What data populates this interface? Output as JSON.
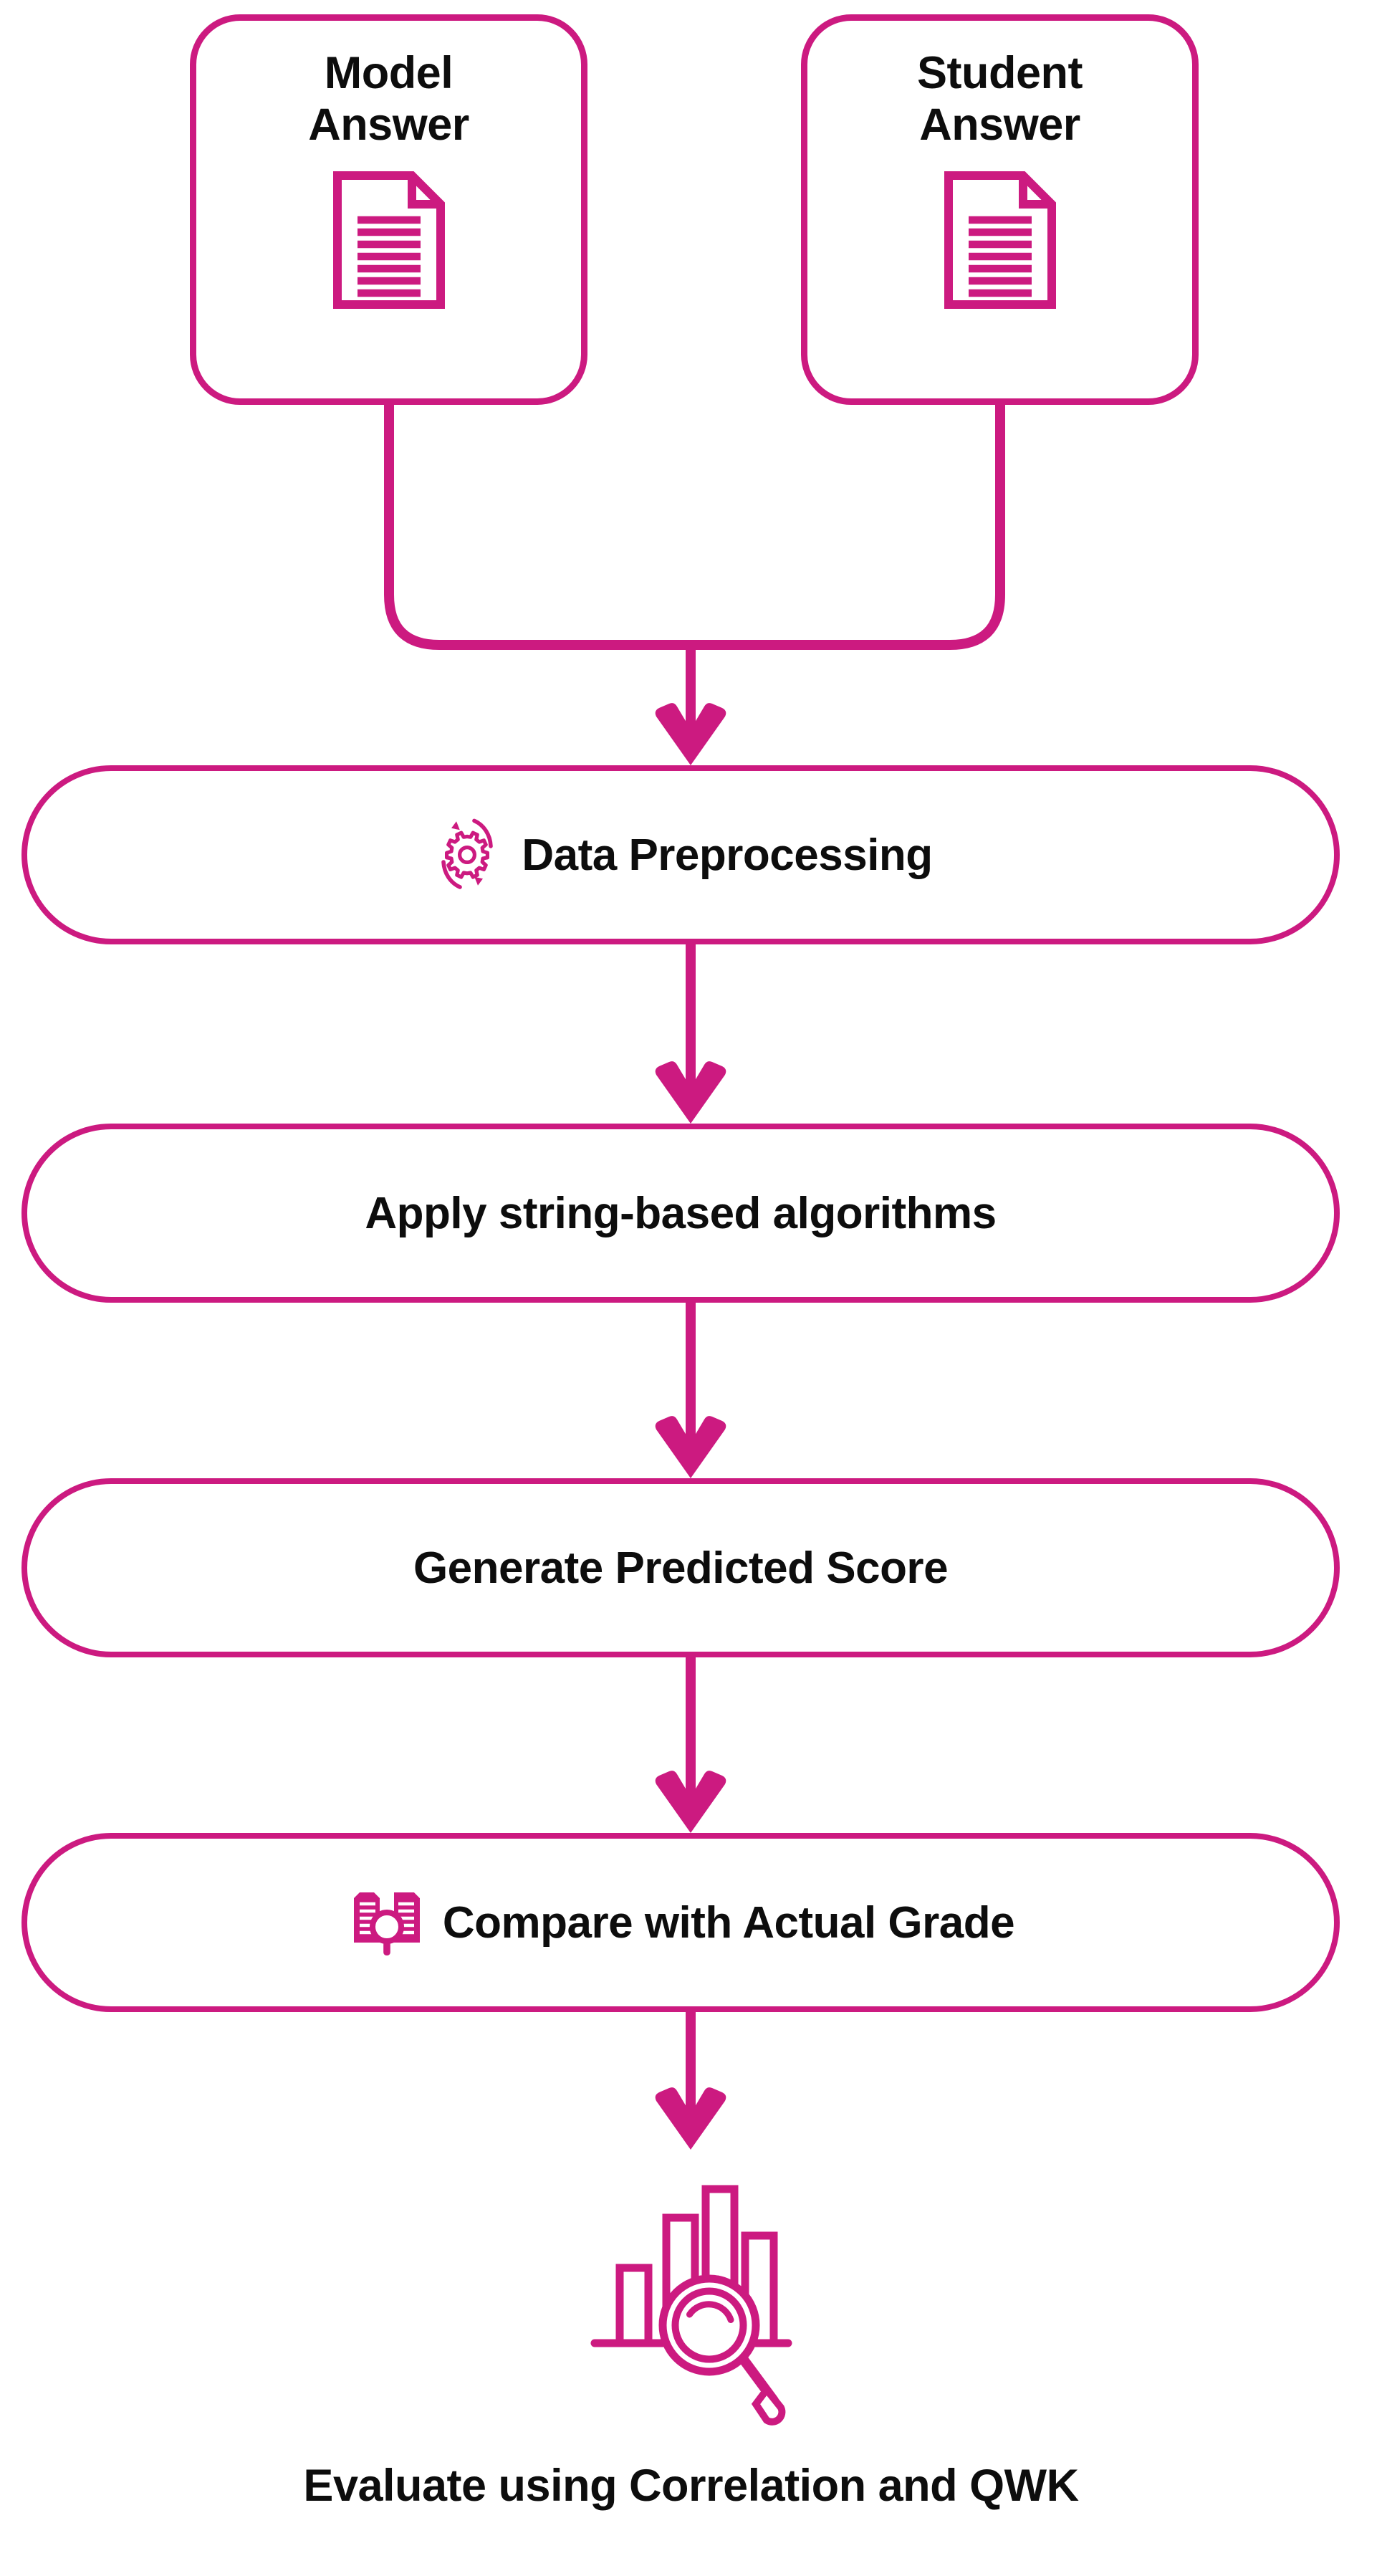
{
  "theme": {
    "accent": "#CC1A80",
    "text": "#0D0D0D",
    "background": "#FFFFFF"
  },
  "diagram": {
    "type": "flowchart",
    "orientation": "top-to-bottom",
    "sources": [
      {
        "id": "model-answer",
        "title": "Model\nAnswer",
        "icon": "document-icon"
      },
      {
        "id": "student-answer",
        "title": "Student\nAnswer",
        "icon": "document-icon"
      }
    ],
    "steps": [
      {
        "id": "data-preprocessing",
        "label": "Data Preprocessing",
        "icon": "gear-refresh-icon"
      },
      {
        "id": "apply-algorithms",
        "label": "Apply string-based algorithms",
        "icon": ""
      },
      {
        "id": "generate-score",
        "label": "Generate Predicted Score",
        "icon": ""
      },
      {
        "id": "compare-grade",
        "label": "Compare with Actual Grade",
        "icon": "compare-documents-magnifier-icon"
      }
    ],
    "outcome": {
      "id": "evaluate-outcome",
      "label": "Evaluate using Correlation and QWK",
      "icon": "bar-chart-magnifier-icon"
    },
    "edges": [
      {
        "from": "model-answer",
        "to": "merge-point",
        "style": "elbow"
      },
      {
        "from": "student-answer",
        "to": "merge-point",
        "style": "elbow"
      },
      {
        "from": "merge-point",
        "to": "data-preprocessing",
        "style": "arrow"
      },
      {
        "from": "data-preprocessing",
        "to": "apply-algorithms",
        "style": "arrow"
      },
      {
        "from": "apply-algorithms",
        "to": "generate-score",
        "style": "arrow"
      },
      {
        "from": "generate-score",
        "to": "compare-grade",
        "style": "arrow"
      },
      {
        "from": "compare-grade",
        "to": "evaluate-outcome",
        "style": "arrow"
      }
    ]
  }
}
